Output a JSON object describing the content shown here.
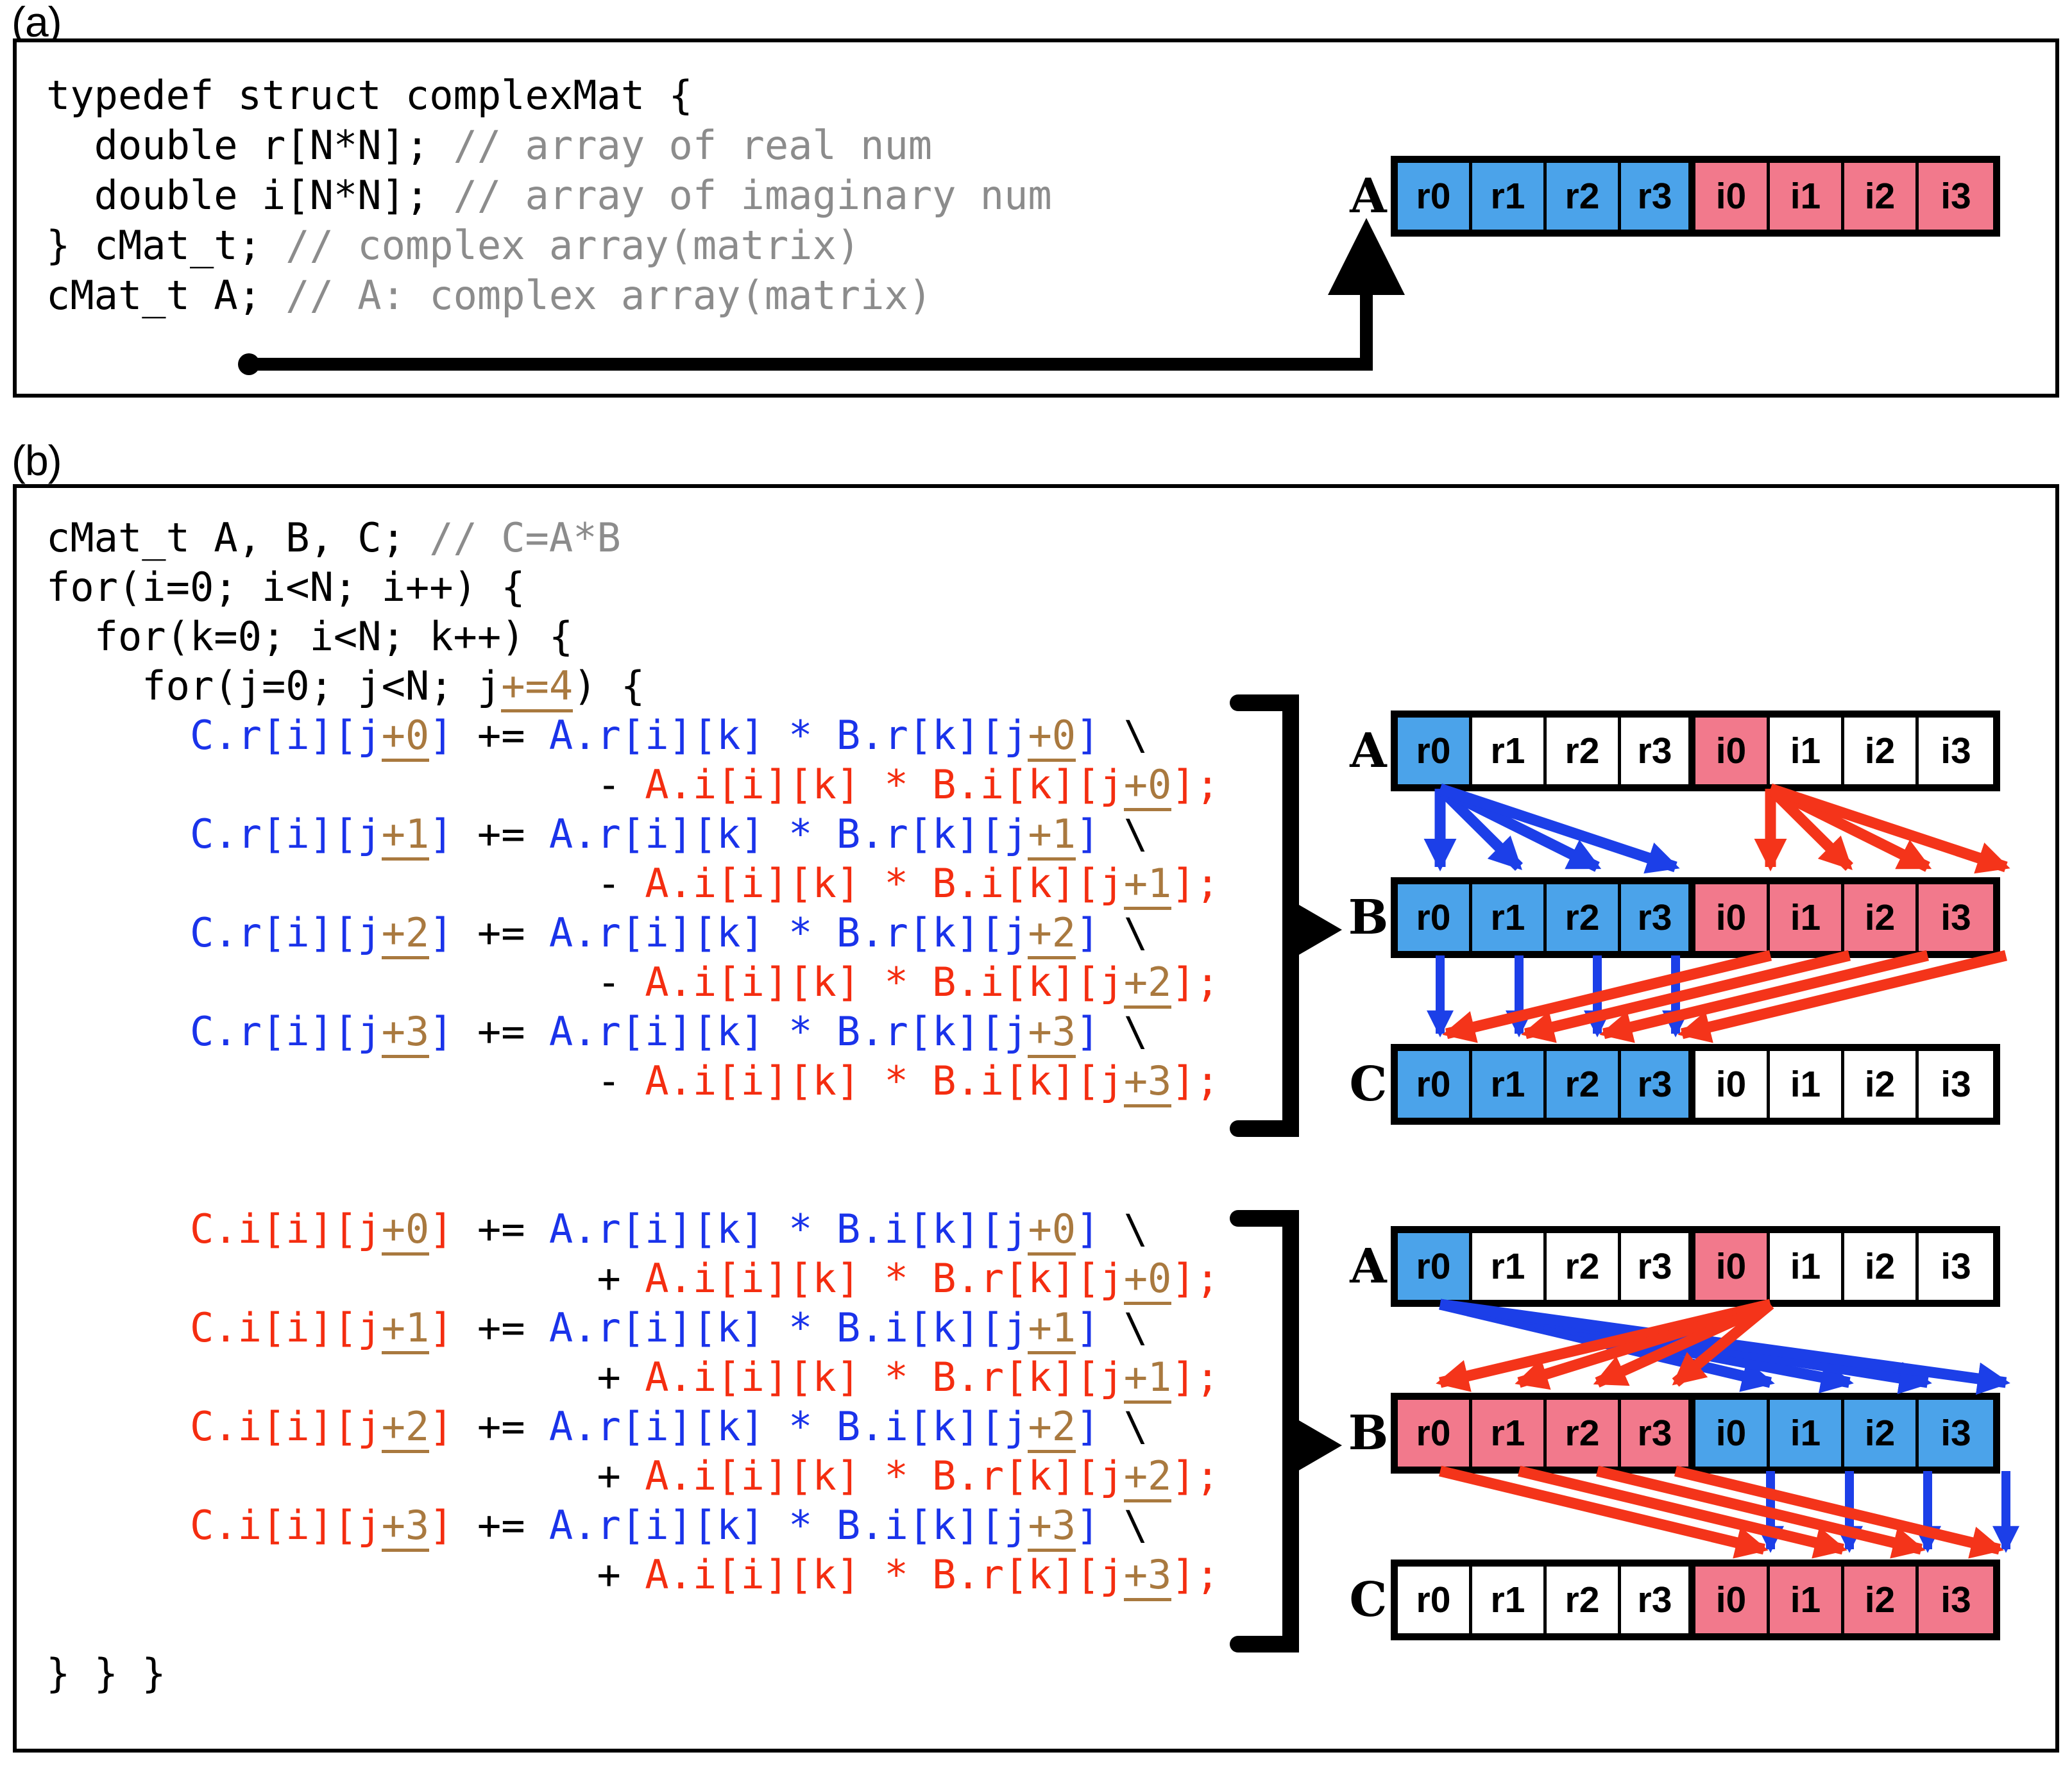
{
  "figure": {
    "panels": [
      {
        "key": "a",
        "label": "(a)"
      },
      {
        "key": "b",
        "label": "(b)"
      }
    ]
  },
  "panel_a": {
    "code_lines": [
      [
        {
          "t": "typedef struct complexMat {",
          "c": "plain"
        }
      ],
      [
        {
          "t": "  double r[N*N]; ",
          "c": "plain"
        },
        {
          "t": "// array of real num",
          "c": "comment"
        }
      ],
      [
        {
          "t": "  double i[N*N]; ",
          "c": "plain"
        },
        {
          "t": "// array of imaginary num",
          "c": "comment"
        }
      ],
      [
        {
          "t": "} cMat_t; ",
          "c": "plain"
        },
        {
          "t": "// complex array(matrix)",
          "c": "comment"
        }
      ],
      [
        {
          "t": "cMat_t A; ",
          "c": "plain"
        },
        {
          "t": "// A: complex array(matrix)",
          "c": "comment"
        }
      ]
    ],
    "array": {
      "name": "A",
      "cells": [
        {
          "label": "r0",
          "fill": "blue"
        },
        {
          "label": "r1",
          "fill": "blue"
        },
        {
          "label": "r2",
          "fill": "blue"
        },
        {
          "label": "r3",
          "fill": "blue",
          "sep": true
        },
        {
          "label": "i0",
          "fill": "pink"
        },
        {
          "label": "i1",
          "fill": "pink"
        },
        {
          "label": "i2",
          "fill": "pink"
        },
        {
          "label": "i3",
          "fill": "pink"
        }
      ]
    },
    "pointer": {
      "kind": "elbow-arrow-from-A-declaration-to-array"
    }
  },
  "panel_b": {
    "code_lines": [
      [
        {
          "t": "cMat_t A, B, C; ",
          "c": "plain"
        },
        {
          "t": "// C=A*B",
          "c": "comment"
        }
      ],
      [
        {
          "t": "for(i=0; i<N; i++) {",
          "c": "plain"
        }
      ],
      [
        {
          "t": "  for(k=0; i<N; k++) {",
          "c": "plain"
        }
      ],
      [
        {
          "t": "    for(j=0; j<N; j",
          "c": "plain"
        },
        {
          "t": "+=4",
          "c": "brown"
        },
        {
          "t": ") {",
          "c": "plain"
        }
      ],
      [
        {
          "t": "      ",
          "c": "plain"
        },
        {
          "t": "C.r[i][j",
          "c": "blue"
        },
        {
          "t": "+0",
          "c": "brown"
        },
        {
          "t": "]",
          "c": "blue"
        },
        {
          "t": " += ",
          "c": "plain"
        },
        {
          "t": "A.r[i][k] * B.r[k][j",
          "c": "blue"
        },
        {
          "t": "+0",
          "c": "brown"
        },
        {
          "t": "]",
          "c": "blue"
        },
        {
          "t": " \\",
          "c": "plain"
        }
      ],
      [
        {
          "t": "                       - ",
          "c": "plain"
        },
        {
          "t": "A.i[i][k] * B.i[k][j",
          "c": "red"
        },
        {
          "t": "+0",
          "c": "brown"
        },
        {
          "t": "];",
          "c": "red"
        }
      ],
      [
        {
          "t": "      ",
          "c": "plain"
        },
        {
          "t": "C.r[i][j",
          "c": "blue"
        },
        {
          "t": "+1",
          "c": "brown"
        },
        {
          "t": "]",
          "c": "blue"
        },
        {
          "t": " += ",
          "c": "plain"
        },
        {
          "t": "A.r[i][k] * B.r[k][j",
          "c": "blue"
        },
        {
          "t": "+1",
          "c": "brown"
        },
        {
          "t": "]",
          "c": "blue"
        },
        {
          "t": " \\",
          "c": "plain"
        }
      ],
      [
        {
          "t": "                       - ",
          "c": "plain"
        },
        {
          "t": "A.i[i][k] * B.i[k][j",
          "c": "red"
        },
        {
          "t": "+1",
          "c": "brown"
        },
        {
          "t": "];",
          "c": "red"
        }
      ],
      [
        {
          "t": "      ",
          "c": "plain"
        },
        {
          "t": "C.r[i][j",
          "c": "blue"
        },
        {
          "t": "+2",
          "c": "brown"
        },
        {
          "t": "]",
          "c": "blue"
        },
        {
          "t": " += ",
          "c": "plain"
        },
        {
          "t": "A.r[i][k] * B.r[k][j",
          "c": "blue"
        },
        {
          "t": "+2",
          "c": "brown"
        },
        {
          "t": "]",
          "c": "blue"
        },
        {
          "t": " \\",
          "c": "plain"
        }
      ],
      [
        {
          "t": "                       - ",
          "c": "plain"
        },
        {
          "t": "A.i[i][k] * B.i[k][j",
          "c": "red"
        },
        {
          "t": "+2",
          "c": "brown"
        },
        {
          "t": "];",
          "c": "red"
        }
      ],
      [
        {
          "t": "      ",
          "c": "plain"
        },
        {
          "t": "C.r[i][j",
          "c": "blue"
        },
        {
          "t": "+3",
          "c": "brown"
        },
        {
          "t": "]",
          "c": "blue"
        },
        {
          "t": " += ",
          "c": "plain"
        },
        {
          "t": "A.r[i][k] * B.r[k][j",
          "c": "blue"
        },
        {
          "t": "+3",
          "c": "brown"
        },
        {
          "t": "]",
          "c": "blue"
        },
        {
          "t": " \\",
          "c": "plain"
        }
      ],
      [
        {
          "t": "                       - ",
          "c": "plain"
        },
        {
          "t": "A.i[i][k] * B.i[k][j",
          "c": "red"
        },
        {
          "t": "+3",
          "c": "brown"
        },
        {
          "t": "];",
          "c": "red"
        }
      ],
      [
        {
          "t": "",
          "c": "plain"
        }
      ],
      [
        {
          "t": "",
          "c": "plain"
        }
      ],
      [
        {
          "t": "      ",
          "c": "plain"
        },
        {
          "t": "C.i[i][j",
          "c": "red"
        },
        {
          "t": "+0",
          "c": "brown"
        },
        {
          "t": "]",
          "c": "red"
        },
        {
          "t": " += ",
          "c": "plain"
        },
        {
          "t": "A.r[i][k] * B.i[k][j",
          "c": "blue"
        },
        {
          "t": "+0",
          "c": "brown"
        },
        {
          "t": "]",
          "c": "blue"
        },
        {
          "t": " \\",
          "c": "plain"
        }
      ],
      [
        {
          "t": "                       + ",
          "c": "plain"
        },
        {
          "t": "A.i[i][k] * B.r[k][j",
          "c": "red"
        },
        {
          "t": "+0",
          "c": "brown"
        },
        {
          "t": "];",
          "c": "red"
        }
      ],
      [
        {
          "t": "      ",
          "c": "plain"
        },
        {
          "t": "C.i[i][j",
          "c": "red"
        },
        {
          "t": "+1",
          "c": "brown"
        },
        {
          "t": "]",
          "c": "red"
        },
        {
          "t": " += ",
          "c": "plain"
        },
        {
          "t": "A.r[i][k] * B.i[k][j",
          "c": "blue"
        },
        {
          "t": "+1",
          "c": "brown"
        },
        {
          "t": "]",
          "c": "blue"
        },
        {
          "t": " \\",
          "c": "plain"
        }
      ],
      [
        {
          "t": "                       + ",
          "c": "plain"
        },
        {
          "t": "A.i[i][k] * B.r[k][j",
          "c": "red"
        },
        {
          "t": "+1",
          "c": "brown"
        },
        {
          "t": "];",
          "c": "red"
        }
      ],
      [
        {
          "t": "      ",
          "c": "plain"
        },
        {
          "t": "C.i[i][j",
          "c": "red"
        },
        {
          "t": "+2",
          "c": "brown"
        },
        {
          "t": "]",
          "c": "red"
        },
        {
          "t": " += ",
          "c": "plain"
        },
        {
          "t": "A.r[i][k] * B.i[k][j",
          "c": "blue"
        },
        {
          "t": "+2",
          "c": "brown"
        },
        {
          "t": "]",
          "c": "blue"
        },
        {
          "t": " \\",
          "c": "plain"
        }
      ],
      [
        {
          "t": "                       + ",
          "c": "plain"
        },
        {
          "t": "A.i[i][k] * B.r[k][j",
          "c": "red"
        },
        {
          "t": "+2",
          "c": "brown"
        },
        {
          "t": "];",
          "c": "red"
        }
      ],
      [
        {
          "t": "      ",
          "c": "plain"
        },
        {
          "t": "C.i[i][j",
          "c": "red"
        },
        {
          "t": "+3",
          "c": "brown"
        },
        {
          "t": "]",
          "c": "red"
        },
        {
          "t": " += ",
          "c": "plain"
        },
        {
          "t": "A.r[i][k] * B.i[k][j",
          "c": "blue"
        },
        {
          "t": "+3",
          "c": "brown"
        },
        {
          "t": "]",
          "c": "blue"
        },
        {
          "t": " \\",
          "c": "plain"
        }
      ],
      [
        {
          "t": "                       + ",
          "c": "plain"
        },
        {
          "t": "A.i[i][k] * B.r[k][j",
          "c": "red"
        },
        {
          "t": "+3",
          "c": "brown"
        },
        {
          "t": "];",
          "c": "red"
        }
      ],
      [
        {
          "t": "",
          "c": "plain"
        }
      ],
      [
        {
          "t": "} } }",
          "c": "plain"
        }
      ]
    ],
    "diagram_real": {
      "caption_group": "real-part-accumulation",
      "arrays": [
        {
          "name": "A",
          "cells": [
            {
              "label": "r0",
              "fill": "blue"
            },
            {
              "label": "r1",
              "fill": "white"
            },
            {
              "label": "r2",
              "fill": "white"
            },
            {
              "label": "r3",
              "fill": "white",
              "sep": true
            },
            {
              "label": "i0",
              "fill": "pink"
            },
            {
              "label": "i1",
              "fill": "white"
            },
            {
              "label": "i2",
              "fill": "white"
            },
            {
              "label": "i3",
              "fill": "white"
            }
          ]
        },
        {
          "name": "B",
          "cells": [
            {
              "label": "r0",
              "fill": "blue"
            },
            {
              "label": "r1",
              "fill": "blue"
            },
            {
              "label": "r2",
              "fill": "blue"
            },
            {
              "label": "r3",
              "fill": "blue",
              "sep": true
            },
            {
              "label": "i0",
              "fill": "pink"
            },
            {
              "label": "i1",
              "fill": "pink"
            },
            {
              "label": "i2",
              "fill": "pink"
            },
            {
              "label": "i3",
              "fill": "pink"
            }
          ]
        },
        {
          "name": "C",
          "cells": [
            {
              "label": "r0",
              "fill": "blue"
            },
            {
              "label": "r1",
              "fill": "blue"
            },
            {
              "label": "r2",
              "fill": "blue"
            },
            {
              "label": "r3",
              "fill": "blue",
              "sep": true
            },
            {
              "label": "i0",
              "fill": "white"
            },
            {
              "label": "i1",
              "fill": "white"
            },
            {
              "label": "i2",
              "fill": "white"
            },
            {
              "label": "i3",
              "fill": "white"
            }
          ]
        }
      ]
    },
    "diagram_imag": {
      "caption_group": "imaginary-part-accumulation",
      "arrays": [
        {
          "name": "A",
          "cells": [
            {
              "label": "r0",
              "fill": "blue"
            },
            {
              "label": "r1",
              "fill": "white"
            },
            {
              "label": "r2",
              "fill": "white"
            },
            {
              "label": "r3",
              "fill": "white",
              "sep": true
            },
            {
              "label": "i0",
              "fill": "pink"
            },
            {
              "label": "i1",
              "fill": "white"
            },
            {
              "label": "i2",
              "fill": "white"
            },
            {
              "label": "i3",
              "fill": "white"
            }
          ]
        },
        {
          "name": "B",
          "cells": [
            {
              "label": "r0",
              "fill": "pink"
            },
            {
              "label": "r1",
              "fill": "pink"
            },
            {
              "label": "r2",
              "fill": "pink"
            },
            {
              "label": "r3",
              "fill": "pink",
              "sep": true
            },
            {
              "label": "i0",
              "fill": "blue"
            },
            {
              "label": "i1",
              "fill": "blue"
            },
            {
              "label": "i2",
              "fill": "blue"
            },
            {
              "label": "i3",
              "fill": "blue"
            }
          ]
        },
        {
          "name": "C",
          "cells": [
            {
              "label": "r0",
              "fill": "white"
            },
            {
              "label": "r1",
              "fill": "white"
            },
            {
              "label": "r2",
              "fill": "white"
            },
            {
              "label": "r3",
              "fill": "white",
              "sep": true
            },
            {
              "label": "i0",
              "fill": "pink"
            },
            {
              "label": "i1",
              "fill": "pink"
            },
            {
              "label": "i2",
              "fill": "pink"
            },
            {
              "label": "i3",
              "fill": "pink"
            }
          ]
        }
      ]
    }
  },
  "colors": {
    "blue_fill": "#4ba3ea",
    "pink_fill": "#f2798c",
    "blue_text": "#1a33ea",
    "red_text": "#f42d10",
    "brown_text": "#a9793f",
    "comment_gray": "#8c8c8c",
    "black": "#000000"
  }
}
